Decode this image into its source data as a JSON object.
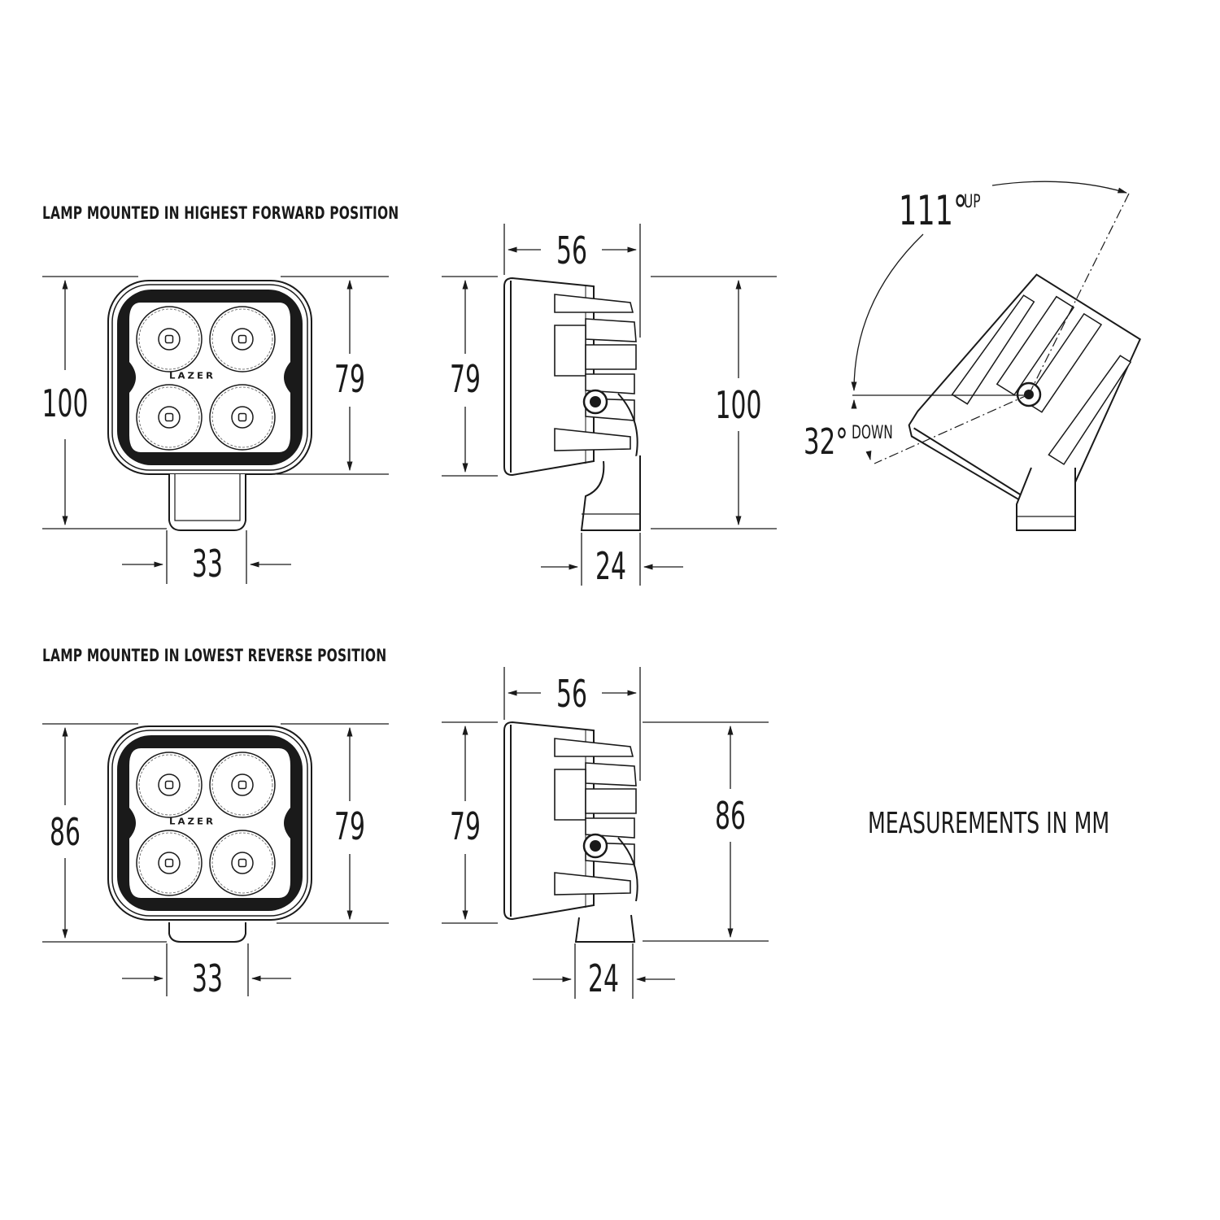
{
  "sections": [
    {
      "title": "LAMP MOUNTED IN HIGHEST FORWARD POSITION",
      "front_view": {
        "total_height": "100",
        "lamp_height": "79",
        "bracket_width": "33",
        "logo": "LAZER"
      },
      "side_view": {
        "depth": "56",
        "lamp_height": "79",
        "total_height": "100",
        "bracket_depth": "24"
      },
      "tilt_view": {
        "up_angle": "111°",
        "up_label": "UP",
        "down_angle": "32°",
        "down_label": "DOWN"
      }
    },
    {
      "title": "LAMP MOUNTED IN LOWEST REVERSE POSITION",
      "front_view": {
        "total_height": "86",
        "lamp_height": "79",
        "bracket_width": "33",
        "logo": "LAZER"
      },
      "side_view": {
        "depth": "56",
        "lamp_height": "79",
        "total_height": "86",
        "bracket_depth": "24"
      }
    }
  ],
  "units_note": "MEASUREMENTS IN MM",
  "colors": {
    "line": "#1a1a1a",
    "background": "#ffffff"
  }
}
